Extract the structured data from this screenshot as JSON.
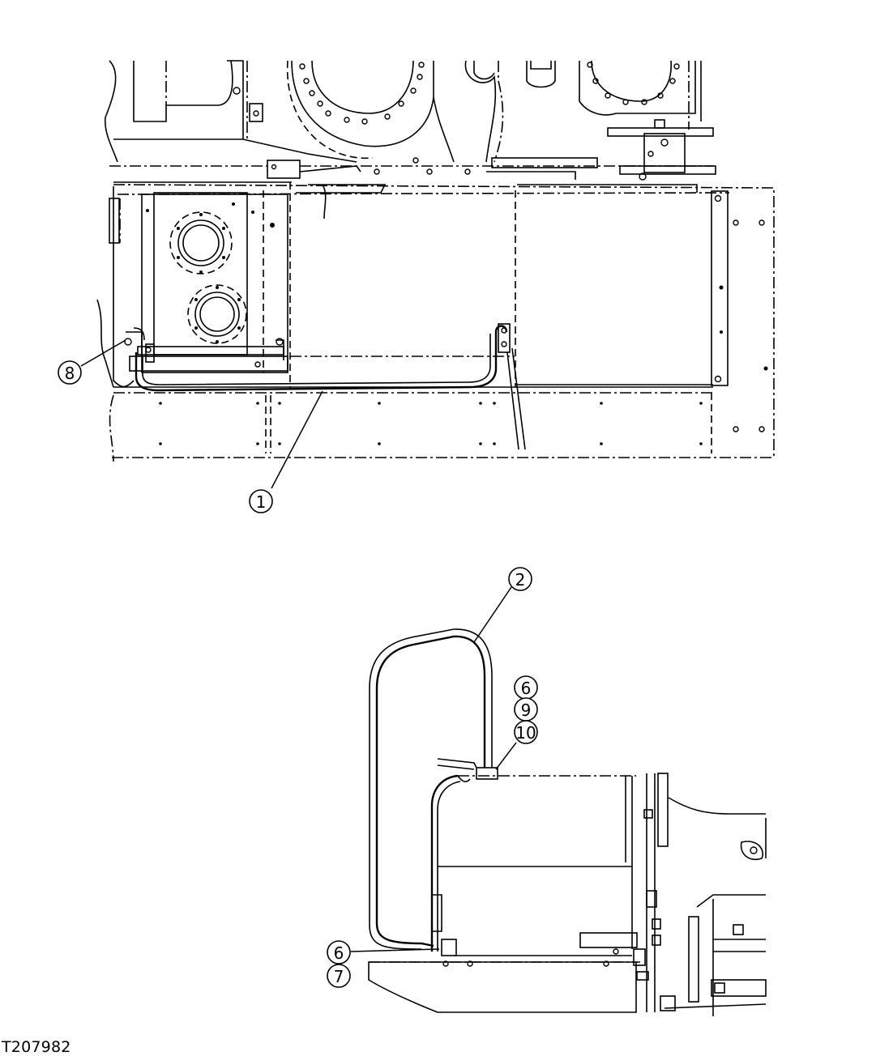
{
  "figure_id": "T207982",
  "callouts": [
    {
      "label": "1"
    },
    {
      "label": "2"
    },
    {
      "label": "6"
    },
    {
      "label": "9"
    },
    {
      "label": "10"
    },
    {
      "label": "6"
    },
    {
      "label": "7"
    },
    {
      "label": "8"
    }
  ]
}
